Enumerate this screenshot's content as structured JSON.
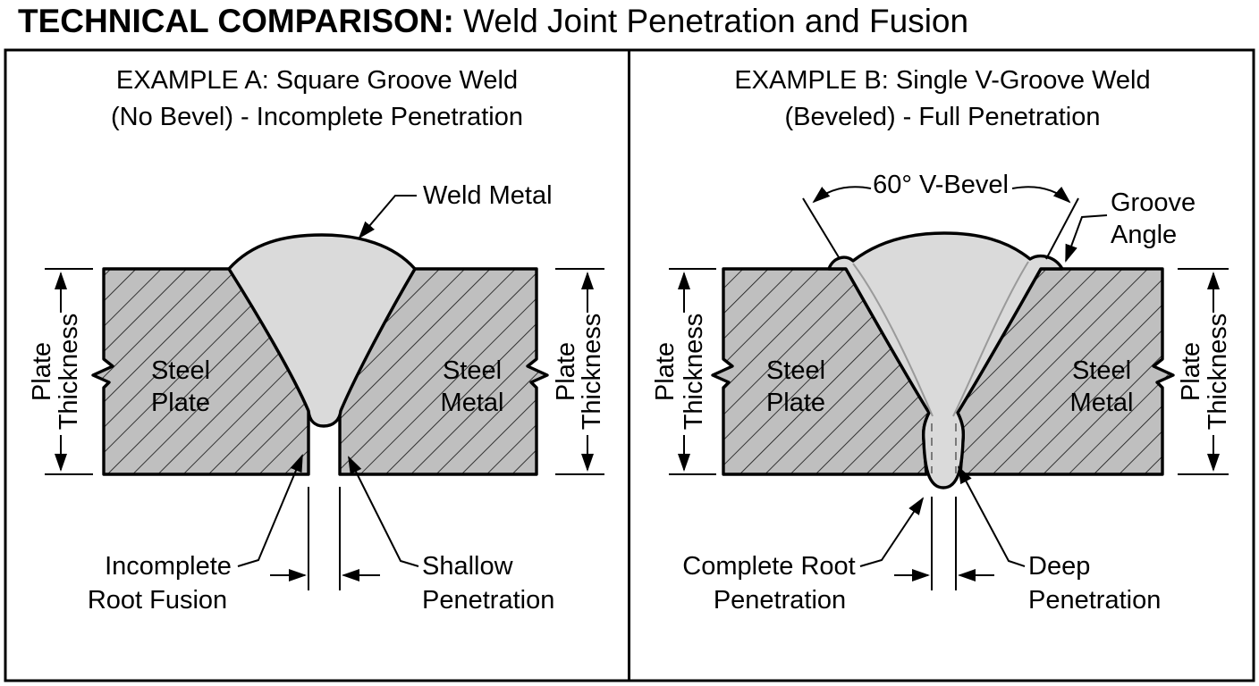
{
  "header": {
    "emphasis": "TECHNICAL COMPARISON:",
    "rest": " Weld Joint Penetration and Fusion"
  },
  "colors": {
    "plate_fill": "#bfbfbf",
    "weld_fill": "#dadada",
    "hatch_line": "#1b1b1b",
    "fusion_line": "#9a9a9a",
    "root_dash": "#7a7a7a"
  },
  "panelA": {
    "title_line1": "EXAMPLE A: Square Groove Weld",
    "title_line2": "(No Bevel) - Incomplete Penetration",
    "labels": {
      "weld_metal": "Weld Metal",
      "left_plate_line1": "Steel",
      "left_plate_line2": "Plate",
      "right_plate_line1": "Steel",
      "right_plate_line2": "Metal",
      "dim_line1": "Plate",
      "dim_line2": "Thickness",
      "callout_left_line1": "Incomplete",
      "callout_left_line2": "Root Fusion",
      "callout_right_line1": "Shallow",
      "callout_right_line2": "Penetration"
    }
  },
  "panelB": {
    "title_line1": "EXAMPLE B: Single V-Groove Weld",
    "title_line2": "(Beveled) - Full Penetration",
    "labels": {
      "bevel_angle": "60° V-Bevel",
      "groove_line1": "Groove",
      "groove_line2": "Angle",
      "left_plate_line1": "Steel",
      "left_plate_line2": "Plate",
      "right_plate_line1": "Steel",
      "right_plate_line2": "Metal",
      "dim_line1": "Plate",
      "dim_line2": "Thickness",
      "callout_left_line1": "Complete Root",
      "callout_left_line2": "Penetration",
      "callout_right_line1": "Deep",
      "callout_right_line2": "Penetration"
    }
  }
}
